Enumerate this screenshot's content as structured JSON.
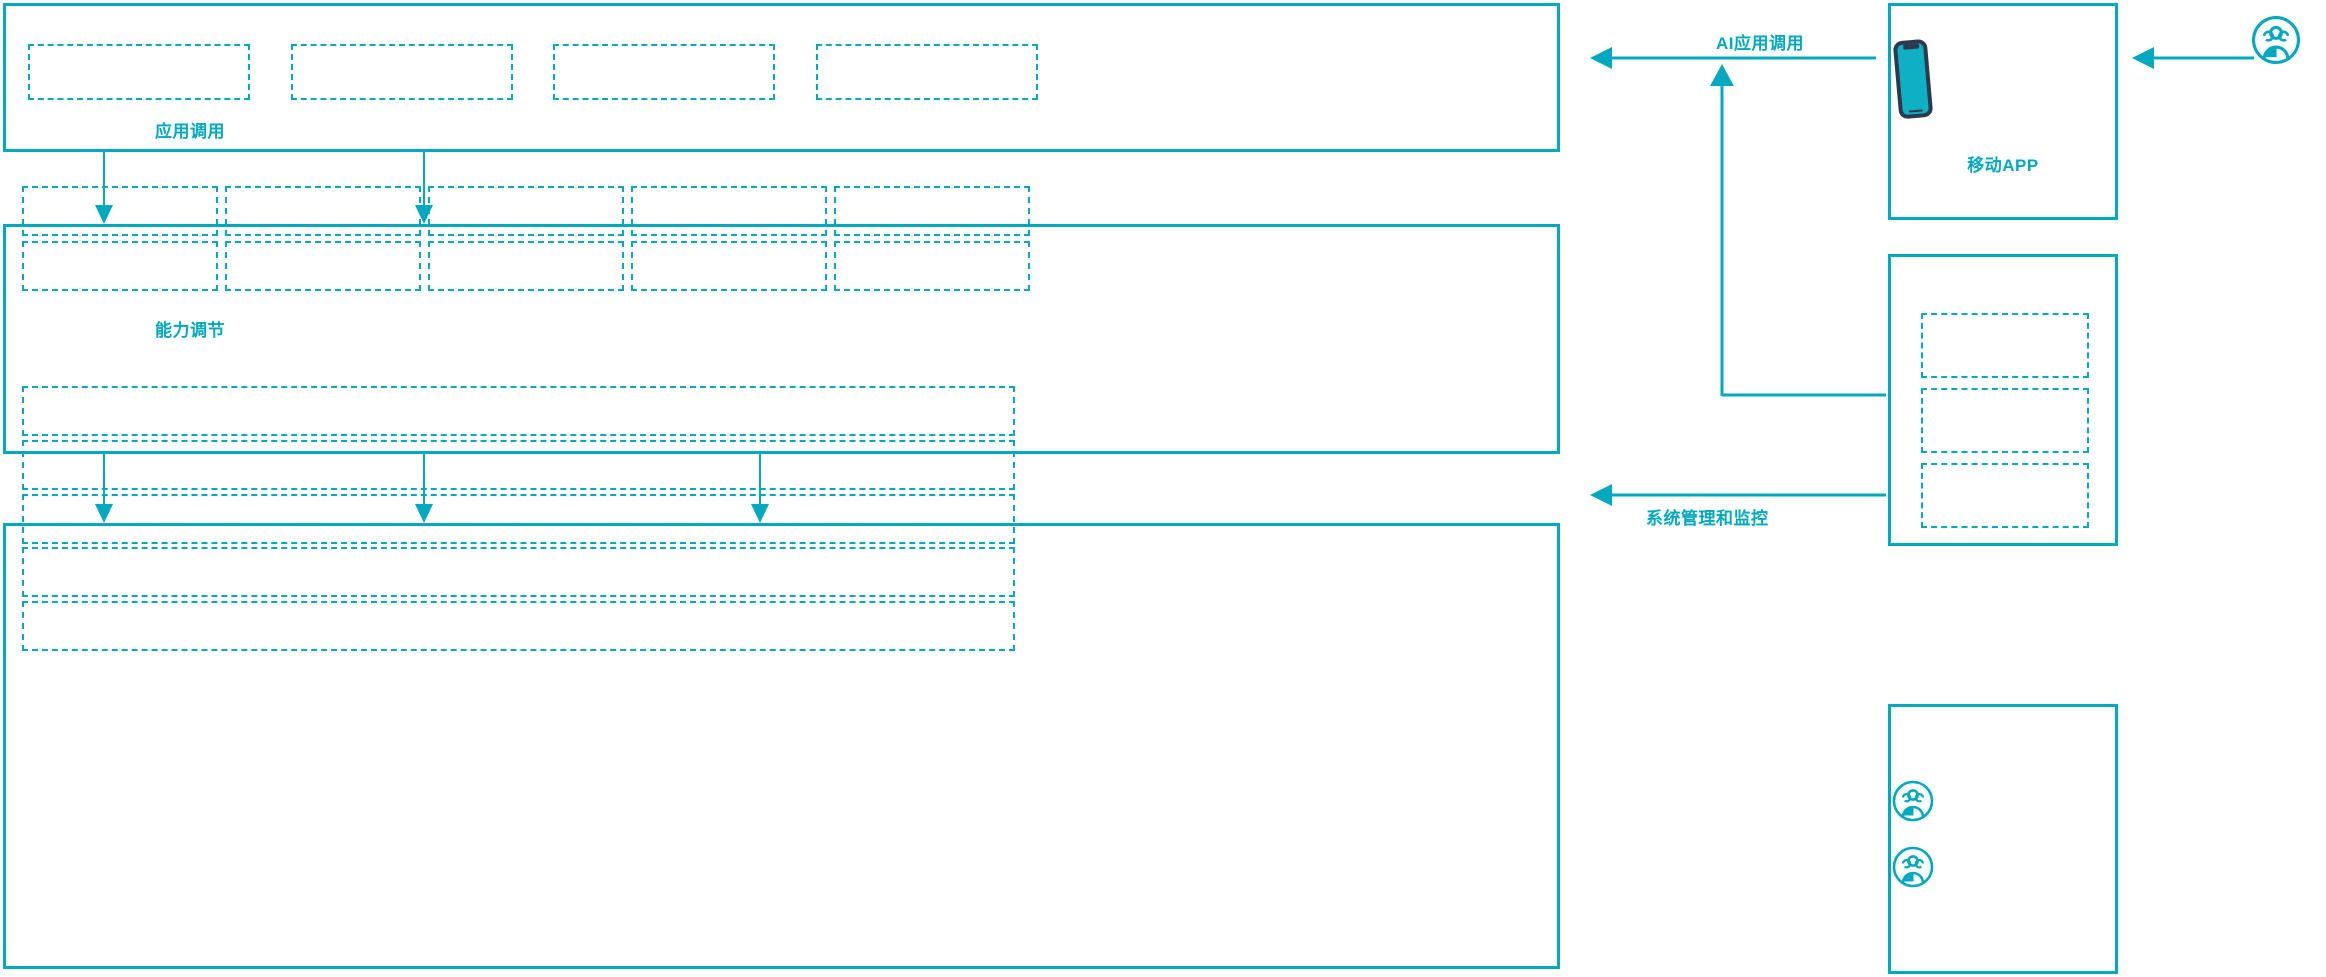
{
  "meta": {
    "accent_color": "#00a8c0",
    "phone_frame_color": "#2b3a4f",
    "phone_screen_color": "#0fb0c4",
    "background": "#ffffff"
  },
  "layers": [
    {
      "id": "application-layer",
      "name": "",
      "cells": [
        {
          "label": ""
        },
        {
          "label": ""
        },
        {
          "label": ""
        },
        {
          "label": ""
        }
      ]
    },
    {
      "id": "capability-layer",
      "name": "",
      "cells": [
        {
          "label": ""
        },
        {
          "label": ""
        },
        {
          "label": ""
        },
        {
          "label": ""
        },
        {
          "label": ""
        },
        {
          "label": ""
        },
        {
          "label": ""
        },
        {
          "label": ""
        },
        {
          "label": ""
        },
        {
          "label": ""
        }
      ]
    },
    {
      "id": "platform-layer",
      "name": "",
      "rows": [
        {
          "label": ""
        },
        {
          "label": ""
        },
        {
          "label": ""
        },
        {
          "label": ""
        },
        {
          "label": ""
        }
      ]
    }
  ],
  "flows": [
    {
      "id": "app-call",
      "label": "应用调用",
      "direction": "down"
    },
    {
      "id": "cap-call",
      "label": "能力调节",
      "direction": "down"
    },
    {
      "id": "ai-call",
      "label": "AI应用调用",
      "direction": "left"
    },
    {
      "id": "sys-admin",
      "label": "系统管理和监控",
      "direction": "left"
    }
  ],
  "panels": [
    {
      "id": "mobile-app-panel",
      "label": "移动APP",
      "icon": "smartphone-icon",
      "items": []
    },
    {
      "id": "channel-panel",
      "label": "",
      "icon": "",
      "items": [
        {
          "label": ""
        },
        {
          "label": ""
        },
        {
          "label": ""
        }
      ]
    },
    {
      "id": "operations-panel",
      "label": "",
      "icon": "user-group-icon",
      "items": [
        {
          "label": ""
        },
        {
          "label": ""
        }
      ]
    }
  ],
  "actors": [
    {
      "id": "external-user",
      "icon": "user-group-icon",
      "label": ""
    }
  ]
}
